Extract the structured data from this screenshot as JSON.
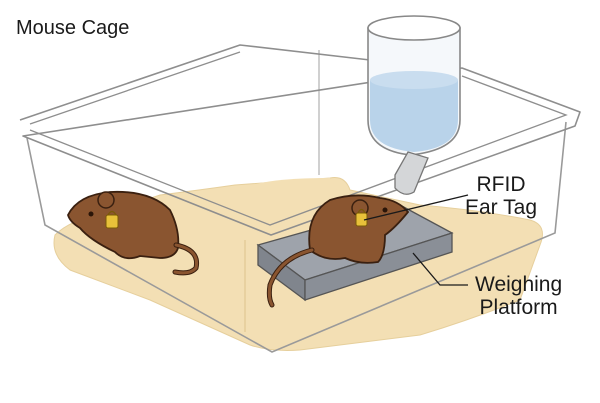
{
  "title": "Mouse Cage",
  "labels": {
    "rfid_line1": "RFID",
    "rfid_line2": "Ear Tag",
    "platform_line1": "Weighing",
    "platform_line2": "Platform"
  },
  "colors": {
    "bedding": "#f3dfb4",
    "mouse_fill": "#8a5530",
    "mouse_stroke": "#3a2010",
    "tag": "#e8c13a",
    "water": "#b9d3ea",
    "platform_top": "#9ea3ab",
    "platform_side": "#80858d",
    "cage_line": "#9a9a9a"
  }
}
